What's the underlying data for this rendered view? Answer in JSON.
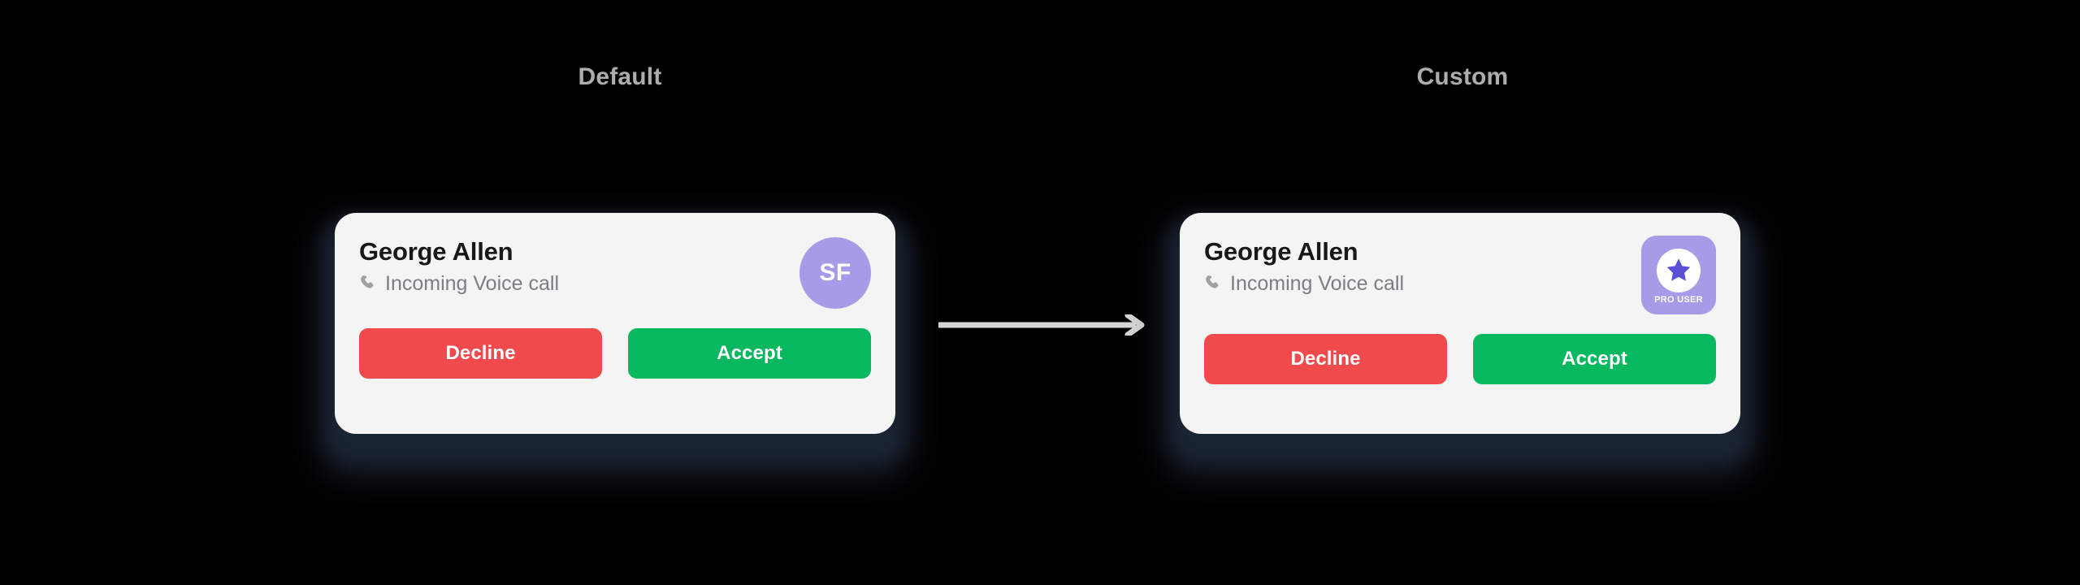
{
  "columns": {
    "default": {
      "label": "Default"
    },
    "custom": {
      "label": "Custom"
    }
  },
  "notification": {
    "caller_name": "George Allen",
    "call_status": "Incoming Voice call",
    "phone_icon": "phone-icon",
    "buttons": {
      "decline": "Decline",
      "accept": "Accept"
    }
  },
  "default_card": {
    "avatar": {
      "initials": "SF",
      "background_color": "#a79ae6",
      "text_color": "#ffffff"
    }
  },
  "custom_card": {
    "badge": {
      "label": "PRO USER",
      "icon": "star-icon",
      "background_color": "#a79ae6",
      "disc_color": "#ffffff",
      "star_color": "#5b4fd6"
    }
  },
  "connector": {
    "icon": "arrow-right-icon",
    "color": "#d6d6d6"
  },
  "colors": {
    "page_background": "#000000",
    "card_background": "#f4f4f5",
    "card_shadow": "#1b2433",
    "heading_text": "#adadad",
    "caller_name_text": "#18181b",
    "call_status_text": "#7d7d83",
    "decline": "#f04a4c",
    "accept": "#07b85e"
  }
}
